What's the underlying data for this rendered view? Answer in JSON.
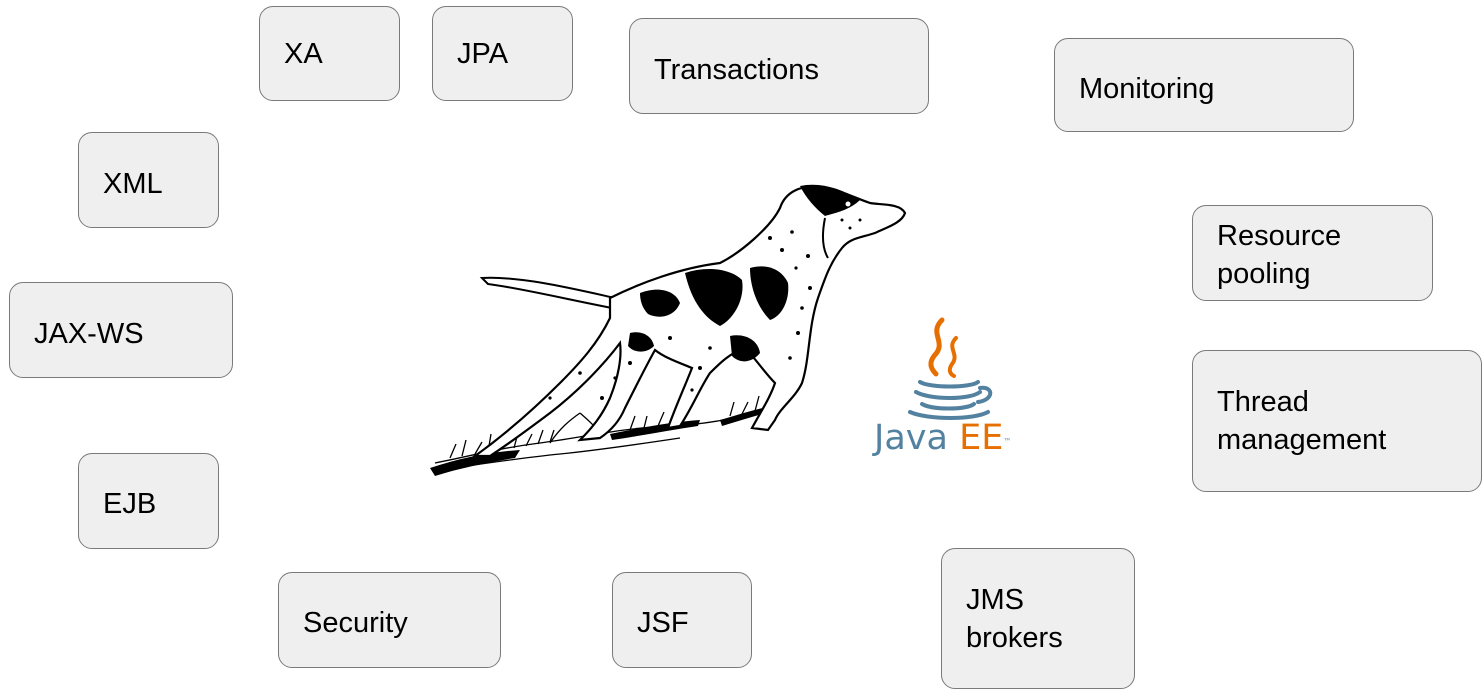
{
  "boxes": {
    "xa": "XA",
    "jpa": "JPA",
    "transactions": "Transactions",
    "monitoring": "Monitoring",
    "xml": "XML",
    "resource_pooling": "Resource\npooling",
    "jax_ws": "JAX-WS",
    "thread_management": "Thread\nmanagement",
    "ejb": "EJB",
    "jms_brokers": "JMS\nbrokers",
    "security": "Security",
    "jsf": "JSF"
  },
  "logo": {
    "java": "Java",
    "ee": "EE",
    "tm": "™"
  },
  "colors": {
    "box_fill": "#efefef",
    "box_border": "#7a7a7a",
    "java_blue": "#5382a1",
    "java_orange": "#e76f00"
  },
  "icons": {
    "dog": "pointer-dog-illustration",
    "java": "java-coffee-cup-logo"
  }
}
